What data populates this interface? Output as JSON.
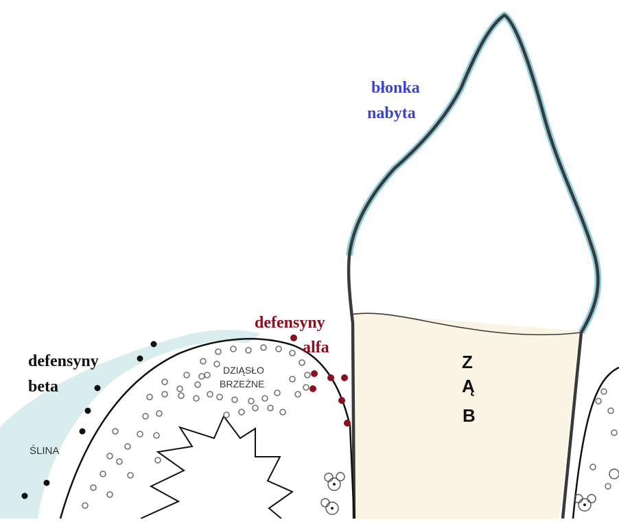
{
  "labels": {
    "blonka_line1": "błonka",
    "blonka_line2": "nabyta",
    "alfa_line1": "defensyny",
    "alfa_line2": "alfa",
    "beta_line1": "defensyny",
    "beta_line2": "beta",
    "slina": "ŚLINA",
    "dziaslo_line1": "DZIĄSŁO",
    "dziaslo_line2": "BRZEŻNE",
    "zab_1": "Z",
    "zab_2": "Ą",
    "zab_3": "B"
  },
  "colors": {
    "pellicle": "#8ecfe0",
    "saliva": "#d9ecee",
    "root": "#faf4e4",
    "outline": "#3a3a3a",
    "alpha_defensin": "#8a1020",
    "beta_defensin": "#111111",
    "pellicle_label": "#3b45c8",
    "alpha_label": "#8a1020"
  }
}
